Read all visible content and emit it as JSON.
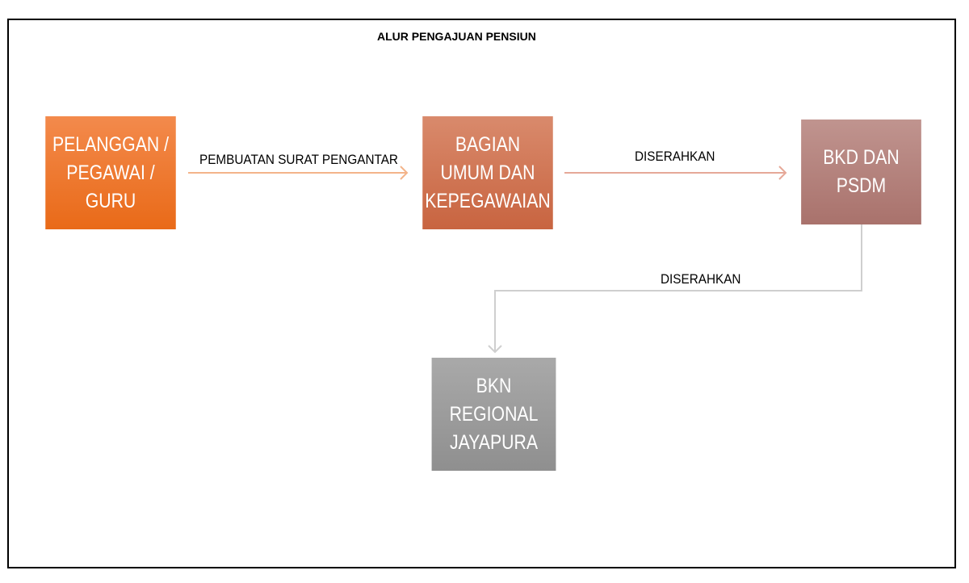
{
  "title": "ALUR PENGAJUAN PENSIUN",
  "nodes": {
    "pelanggan": "PELANGGAN /\nPEGAWAI /\nGURU",
    "bagian": "BAGIAN\nUMUM DAN\nKEPEGAWAIAN",
    "bkd": "BKD DAN\nPSDM",
    "bkn": "BKN\nREGIONAL\nJAYAPURA"
  },
  "edges": {
    "e1": "PEMBUATAN SURAT PENGANTAR",
    "e2": "DISERAHKAN",
    "e3": "DISERAHKAN"
  },
  "colors": {
    "orange": "#f07a2c",
    "salmon": "#d4704a",
    "mauve": "#b0827c",
    "gray": "#9a9a9a"
  }
}
